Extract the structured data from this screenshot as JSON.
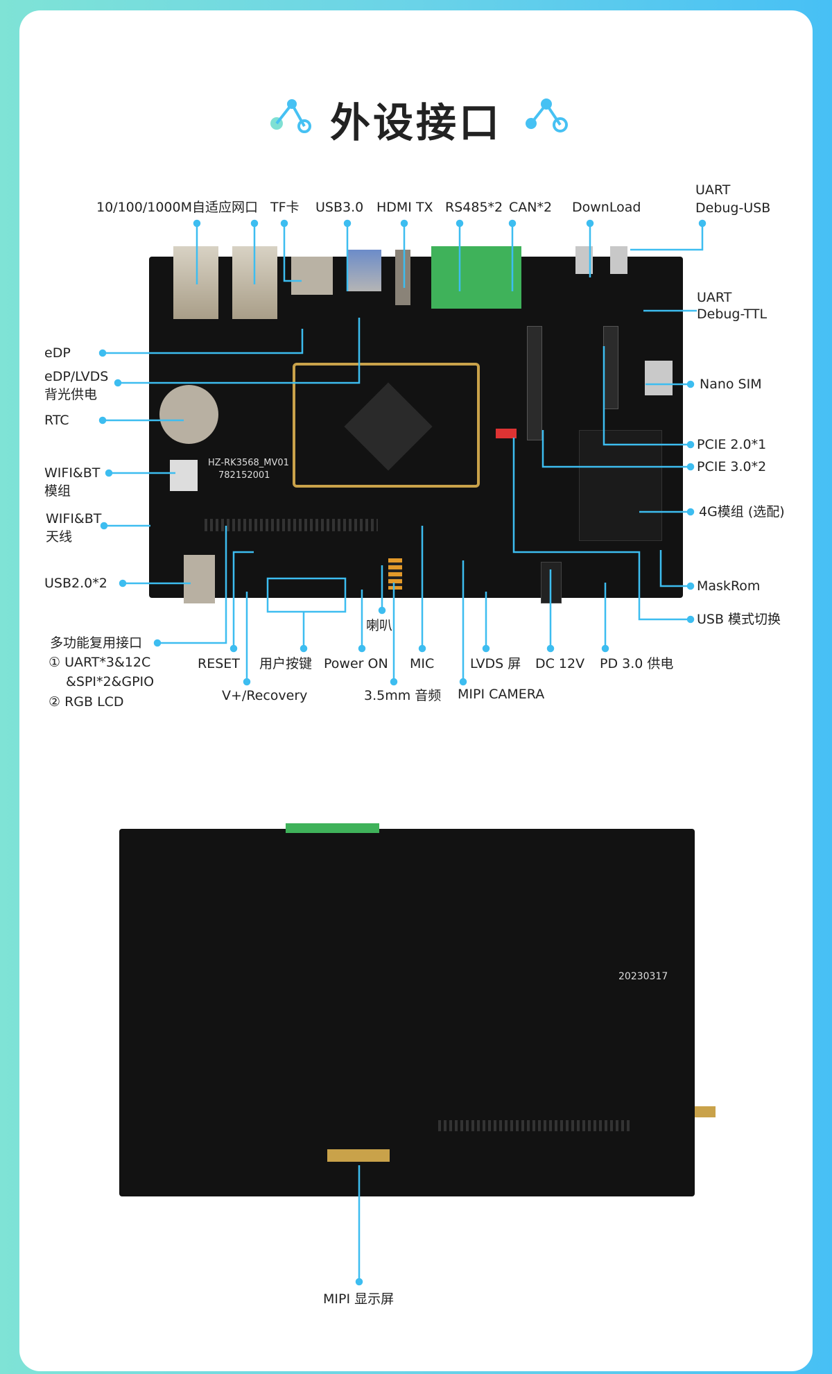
{
  "title": "外设接口",
  "top_labels": {
    "ethernet": "10/100/1000M自适应网口",
    "tf": "TF卡",
    "usb3": "USB3.0",
    "hdmi": "HDMI TX",
    "rs485": "RS485*2",
    "can": "CAN*2",
    "download": "DownLoad",
    "uart_usb_1": "UART",
    "uart_usb_2": "Debug-USB"
  },
  "right_labels": {
    "uart_ttl_1": "UART",
    "uart_ttl_2": "Debug-TTL",
    "nano_sim": "Nano SIM",
    "pcie2": "PCIE 2.0*1",
    "pcie3": "PCIE 3.0*2",
    "module_4g": "4G模组 (选配)",
    "maskrom": "MaskRom",
    "usb_mode": "USB 模式切换"
  },
  "left_labels": {
    "edp": "eDP",
    "edp_lvds_1": "eDP/LVDS",
    "edp_lvds_2": "背光供电",
    "rtc": "RTC",
    "wifi_mod_1": "WIFI&BT",
    "wifi_mod_2": "模组",
    "wifi_ant_1": "WIFI&BT",
    "wifi_ant_2": "天线",
    "usb2": "USB2.0*2",
    "multi": "多功能复用接口",
    "multi_1": "① UART*3&12C",
    "multi_1b": "&SPI*2&GPIO",
    "multi_2": "② RGB LCD"
  },
  "bottom_labels": {
    "reset": "RESET",
    "recovery": "V+/Recovery",
    "user_keys": "用户按键",
    "power_on": "Power ON",
    "speaker": "喇叭",
    "mic": "MIC",
    "audio": "3.5mm 音频",
    "lvds": "LVDS 屏",
    "mipi_camera": "MIPI CAMERA",
    "dc": "DC 12V",
    "pd": "PD 3.0 供电"
  },
  "board": {
    "silk_1": "HZ-RK3568_MV01",
    "silk_2": "782152001",
    "date": "20230317"
  },
  "back_labels": {
    "mipi_display": "MIPI 显示屏"
  },
  "colors": {
    "accent": "#3dbdf0",
    "pcb": "#121212",
    "terminal": "#3fb25a",
    "gold": "#c9a24a"
  }
}
